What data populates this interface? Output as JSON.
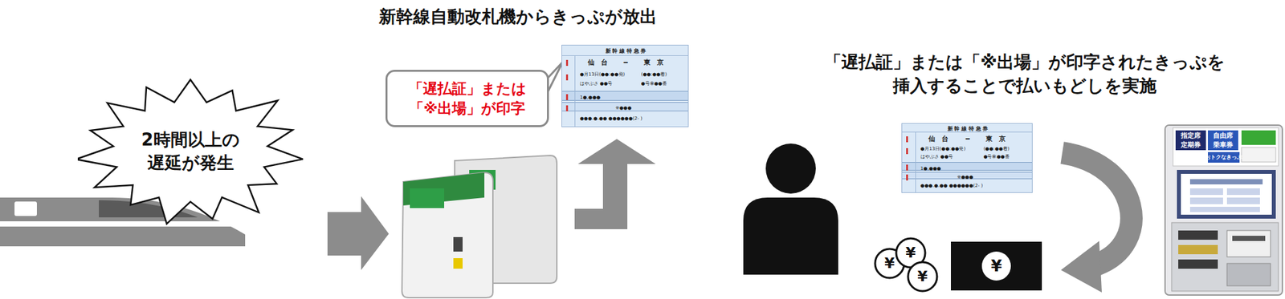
{
  "diagram": {
    "title": "新幹線自動改札機からきっぷが放出",
    "nodes": [
      {
        "text": [
          "2時間以上の 遅延が発生"
        ]
      },
      {
        "text": [
          "「遅払証」または 「※出場」が印字"
        ]
      },
      {
        "text": [
          "新 幹 線 特 急 券",
          "仙　台",
          "━",
          "東　京",
          "●月13日(●●:●●発)",
          "(●●:●●着)",
          "はやぶさ ●●号",
          "●号車●●番",
          "1●,●●●",
          "※●●●",
          "●●●.●.●● ●●●●●●(2-  )"
        ]
      },
      {
        "text": [
          "新 幹 線 特 急 券",
          "仙　台",
          "━",
          "東　京",
          "●月13日(●●:●●発)",
          "(●●:●●着)",
          "はやぶさ ●●号",
          "●号車●●番",
          "1●,●●●",
          "※●●●",
          "●●●.●.●● ●●●●●●(2-  )"
        ]
      }
    ],
    "labels": [
      "「遅払証」または「※出場」が印字されたきっぷを 挿入することで払いもどしを実施",
      "¥",
      "¥",
      "¥",
      "¥",
      "指定席",
      "定期券",
      "自由席",
      "乗車券",
      "おトクなきっぷ"
    ]
  }
}
